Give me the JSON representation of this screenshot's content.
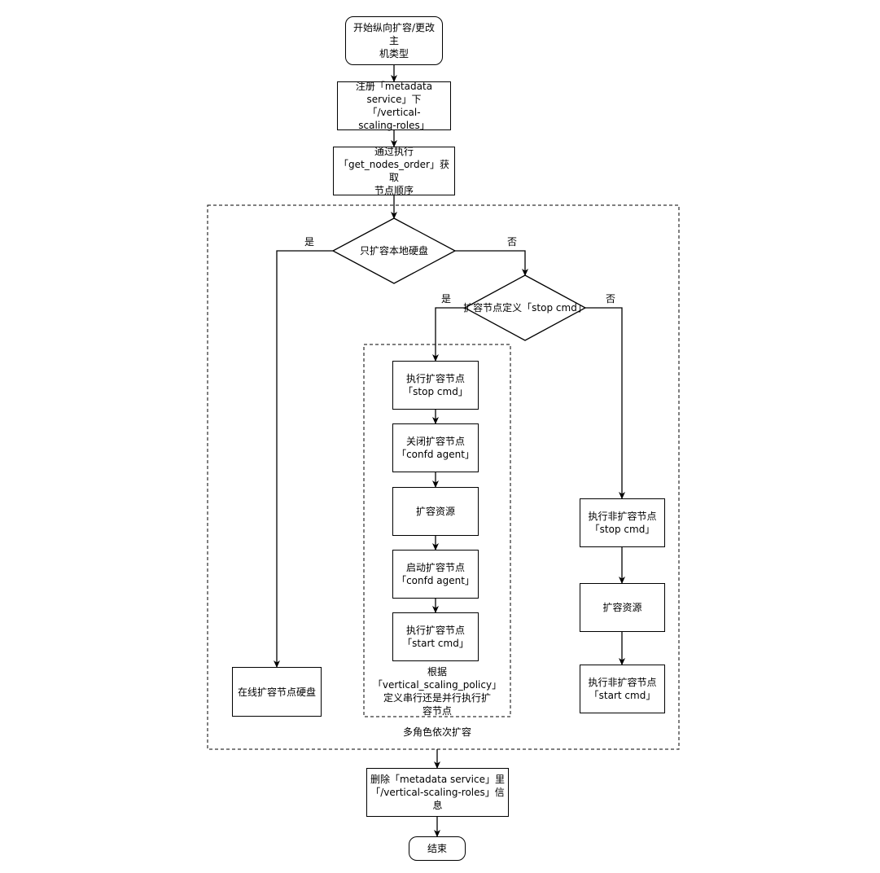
{
  "nodes": {
    "start": "开始纵向扩容/更改主\n机类型",
    "register": "注册「metadata\nservice」下「/vertical-\nscaling-roles」",
    "get_order": "通过执行\n「get_nodes_order」获取\n节点顺序",
    "decision_local_disk": "只扩容本地硬盘",
    "decision_stop_cmd": "扩容节点定义「stop cmd」",
    "exec_stop": "执行扩容节点\n「stop cmd」",
    "close_confd": "关闭扩容节点\n「confd agent」",
    "expand_res_1": "扩容资源",
    "start_confd": "启动扩容节点\n「confd agent」",
    "exec_start": "执行扩容节点\n「start cmd」",
    "online_disk": "在线扩容节点硬盘",
    "exec_non_stop": "执行非扩容节点\n「stop cmd」",
    "expand_res_2": "扩容资源",
    "exec_non_start": "执行非扩容节点\n「start cmd」",
    "delete_info": "删除「metadata service」里\n「/vertical-scaling-roles」信息",
    "end": "结束"
  },
  "labels": {
    "policy_note": "根据\n「vertical_scaling_policy」\n定义串行还是并行执行扩\n容节点",
    "multi_role": "多角色依次扩容",
    "yes_1": "是",
    "no_1": "否",
    "yes_2": "是",
    "no_2": "否"
  }
}
